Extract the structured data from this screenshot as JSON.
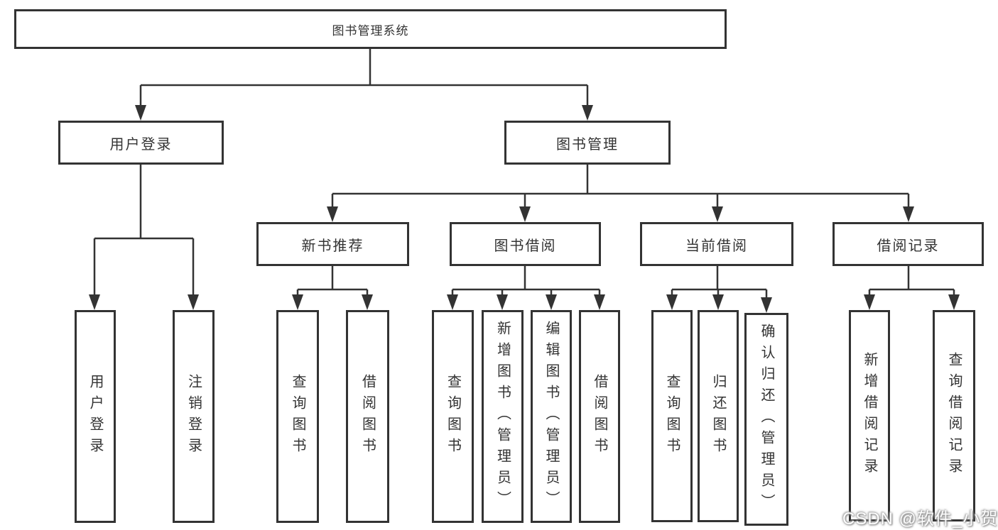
{
  "title": "图书管理系统",
  "branches": [
    {
      "label": "用户登录",
      "children": [
        "用户登录",
        "注销登录"
      ]
    },
    {
      "label": "图书管理",
      "sections": [
        {
          "label": "新书推荐",
          "children": [
            "查询图书",
            "借阅图书"
          ]
        },
        {
          "label": "图书借阅",
          "children": [
            "查询图书",
            "新增图书（管理员）",
            "编辑图书（管理员）",
            "借阅图书"
          ]
        },
        {
          "label": "当前借阅",
          "children": [
            "查询图书",
            "归还图书",
            "确认归还（管理员）"
          ]
        },
        {
          "label": "借阅记录",
          "children": [
            "新增借阅记录",
            "查询借阅记录"
          ]
        }
      ]
    }
  ],
  "watermark": "CSDN @软件_小贺同学",
  "colors": {
    "line": "#333333",
    "text": "#333333",
    "background": "#ffffff",
    "watermark_text": "#fdfdfd"
  }
}
